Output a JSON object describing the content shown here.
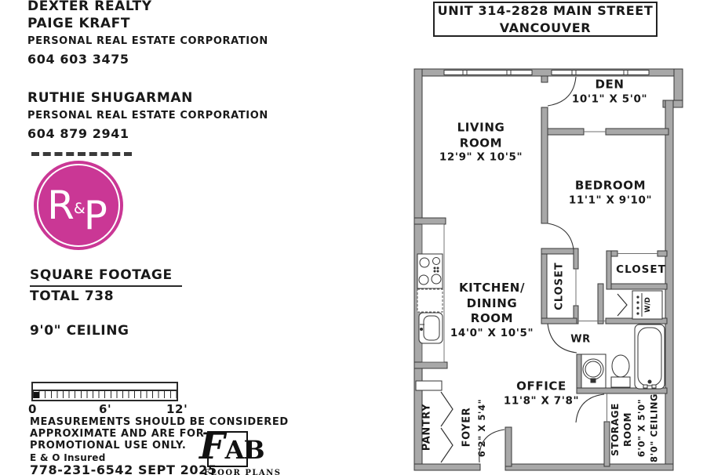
{
  "colors": {
    "accent_pink": "#ca3795",
    "wall_gray": "#a8a8a8"
  },
  "left_panel": {
    "brokerage": "DEXTER REALTY",
    "agent1": {
      "name": "PAIGE KRAFT",
      "title": "PERSONAL REAL ESTATE CORPORATION",
      "phone": "604 603 3475"
    },
    "agent2": {
      "name": "RUTHIE SHUGARMAN",
      "title": "PERSONAL REAL ESTATE CORPORATION",
      "phone": "604 879 2941"
    },
    "logo": {
      "r": "R",
      "amp": "&",
      "p": "P"
    },
    "footage": {
      "label": "SQUARE FOOTAGE",
      "total": "TOTAL 738",
      "ceiling": "9'0\" CEILING"
    },
    "scale_bar": {
      "tick0": "0",
      "tick6": "6'",
      "tick12": "12'"
    },
    "disclaimer": {
      "line1": "MEASUREMENTS SHOULD BE CONSIDERED",
      "line2": "APPROXIMATE AND ARE FOR",
      "line3": "PROMOTIONAL USE ONLY.",
      "insured": "E & O Insured",
      "phone_date": "778-231-6542  SEPT  2025"
    },
    "fab": {
      "f": "F",
      "ab": "AB",
      "sub": "FLOOR PLANS"
    }
  },
  "plan": {
    "title": {
      "line1": "UNIT 314-2828 MAIN STREET",
      "line2": "VANCOUVER"
    },
    "rooms": {
      "living": {
        "line1": "LIVING",
        "line2": "ROOM",
        "dims": "12'9\" X 10'5\""
      },
      "den": {
        "name": "DEN",
        "dims": "10'1\" X 5'0\""
      },
      "bedroom": {
        "name": "BEDROOM",
        "dims": "11'1\" X 9'10\""
      },
      "kitchen": {
        "line1": "KITCHEN/",
        "line2": "DINING",
        "line3": "ROOM",
        "dims": "14'0\" X 10'5\""
      },
      "office": {
        "name": "OFFICE",
        "dims": "11'8\" X 7'8\""
      },
      "foyer": {
        "name": "FOYER",
        "dims": "6'2\" X 5'4\""
      },
      "storage": {
        "line1": "STORAGE",
        "line2": "ROOM",
        "dims": "6'0\" X 5'0\"",
        "ceiling": "8'0\" CEILING"
      },
      "pantry": "PANTRY",
      "hall_closet": "CLOSET",
      "bedroom_closet": "CLOSET",
      "washer_dryer": "W/D",
      "washroom": "WR"
    }
  }
}
